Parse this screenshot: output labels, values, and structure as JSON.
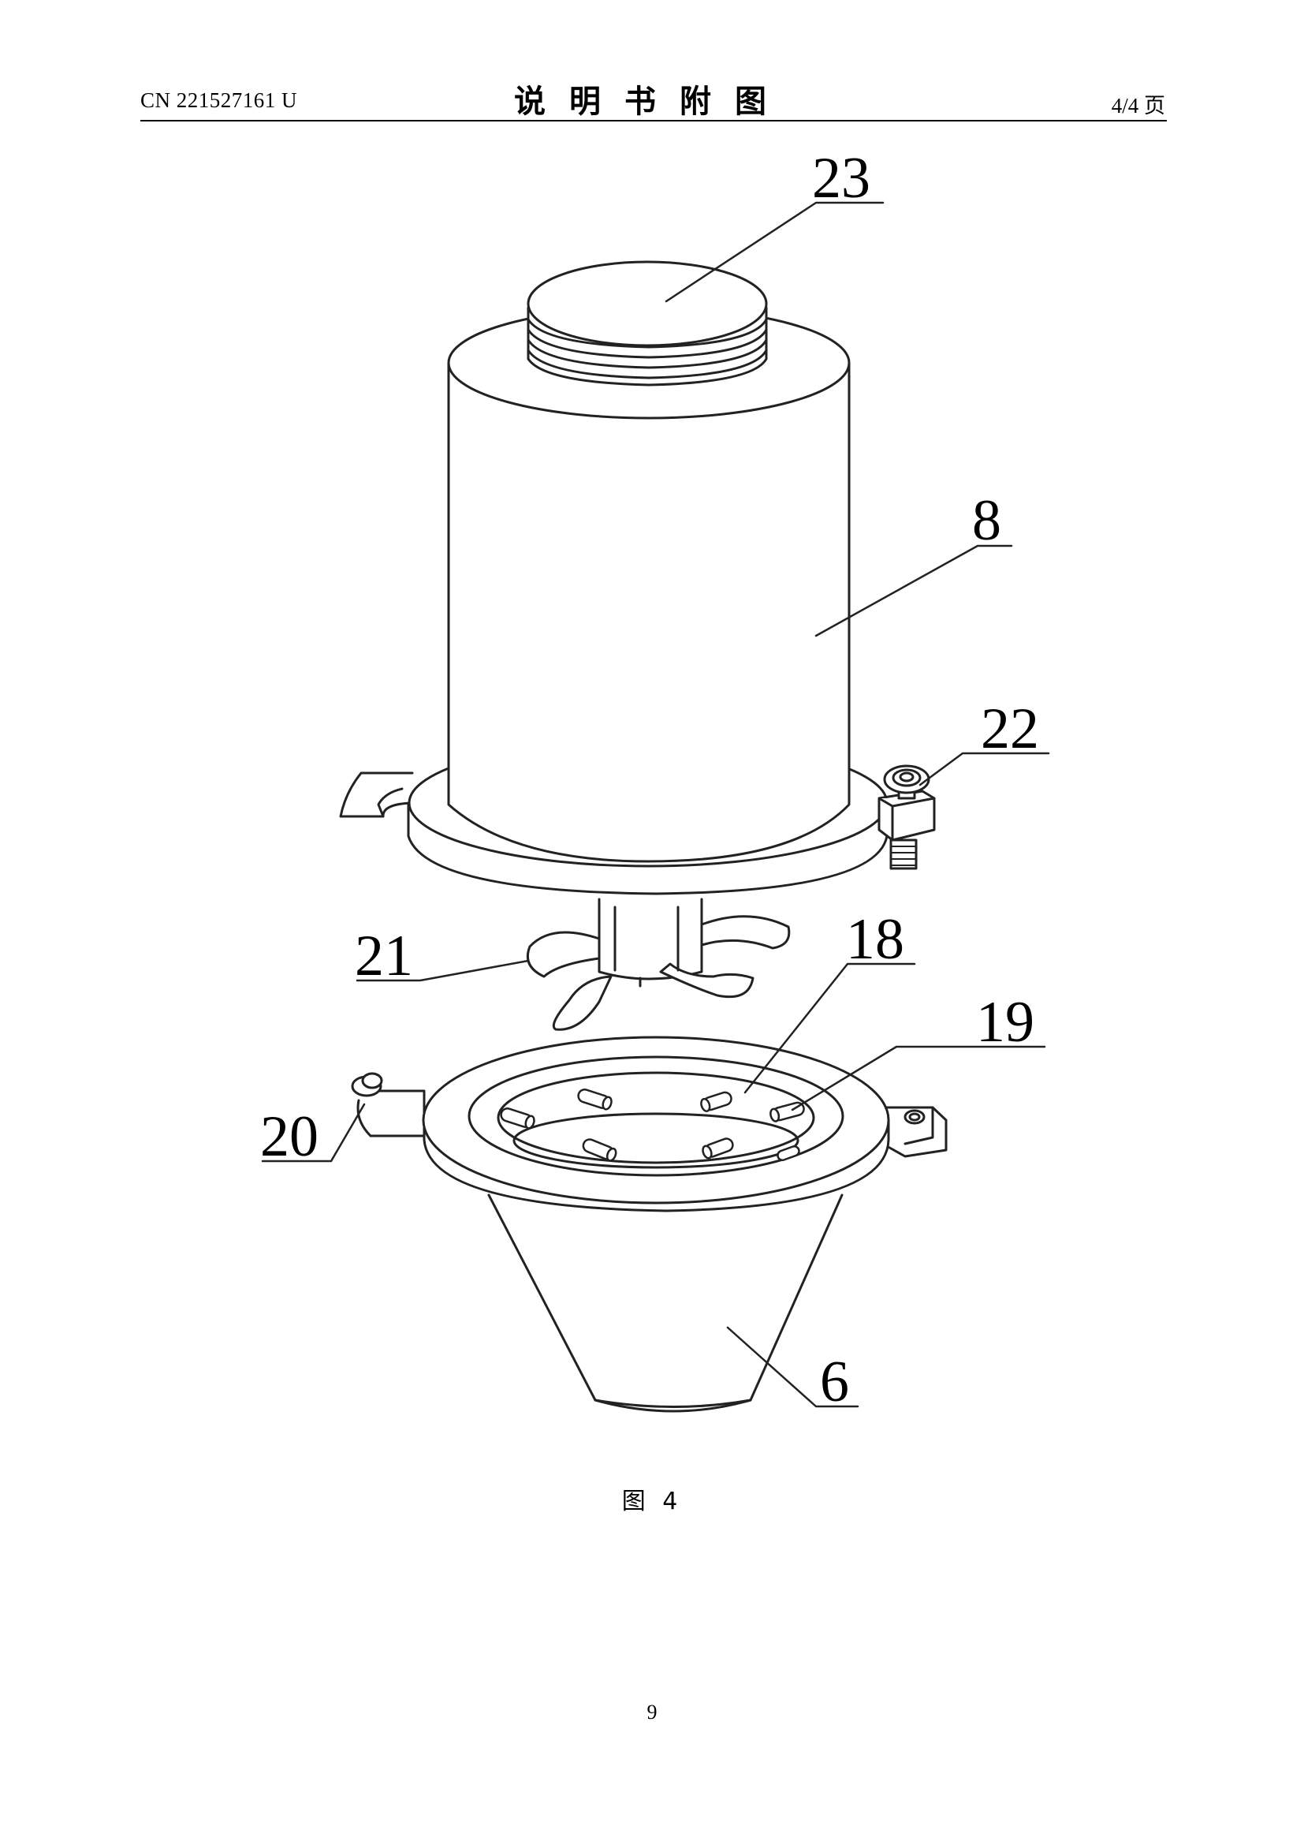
{
  "header": {
    "patent_number": "CN 221527161 U",
    "section_title": "说明书附图",
    "page_indicator": "4/4 页"
  },
  "figure": {
    "caption": "图 4",
    "labels": {
      "l23": "23",
      "l8": "8",
      "l22": "22",
      "l21": "21",
      "l18": "18",
      "l19": "19",
      "l20": "20",
      "l6": "6"
    }
  },
  "footer": {
    "page_number": "9"
  }
}
